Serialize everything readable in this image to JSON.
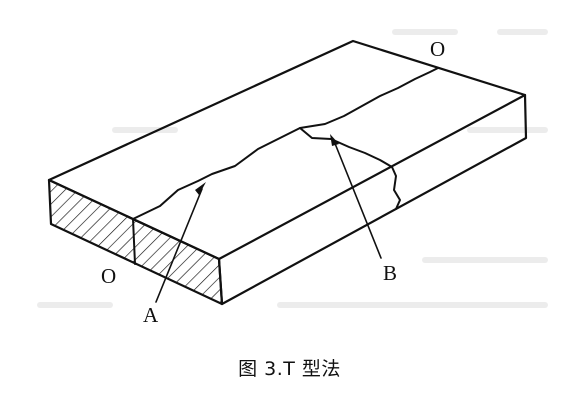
{
  "labels": {
    "top_right": "O",
    "bottom_left": "O",
    "point_a": "A",
    "point_b": "B"
  },
  "caption": "图 3.T 型法",
  "colors": {
    "ink": "#111111",
    "background": "#ffffff",
    "watermark": "#ececec"
  }
}
